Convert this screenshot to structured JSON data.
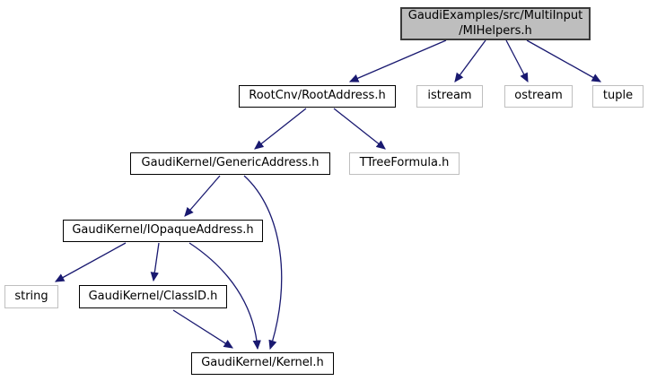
{
  "nodes": [
    {
      "id": "mihelpers",
      "label": "GaudiExamples/src/MultiInput\n/MIHelpers.h",
      "kind": "current-file"
    },
    {
      "id": "rootaddress",
      "label": "RootCnv/RootAddress.h",
      "kind": "project-header"
    },
    {
      "id": "istream",
      "label": "istream",
      "kind": "system-header"
    },
    {
      "id": "ostream",
      "label": "ostream",
      "kind": "system-header"
    },
    {
      "id": "tuple",
      "label": "tuple",
      "kind": "system-header"
    },
    {
      "id": "genericaddress",
      "label": "GaudiKernel/GenericAddress.h",
      "kind": "project-header"
    },
    {
      "id": "ttreeformula",
      "label": "TTreeFormula.h",
      "kind": "system-header"
    },
    {
      "id": "iopaqueaddress",
      "label": "GaudiKernel/IOpaqueAddress.h",
      "kind": "project-header"
    },
    {
      "id": "string",
      "label": "string",
      "kind": "system-header"
    },
    {
      "id": "classid",
      "label": "GaudiKernel/ClassID.h",
      "kind": "project-header"
    },
    {
      "id": "kernel",
      "label": "GaudiKernel/Kernel.h",
      "kind": "project-header"
    }
  ],
  "edges": [
    {
      "from": "GaudiExamples/src/MultiInput/MIHelpers.h",
      "to": "RootCnv/RootAddress.h"
    },
    {
      "from": "GaudiExamples/src/MultiInput/MIHelpers.h",
      "to": "istream"
    },
    {
      "from": "GaudiExamples/src/MultiInput/MIHelpers.h",
      "to": "ostream"
    },
    {
      "from": "GaudiExamples/src/MultiInput/MIHelpers.h",
      "to": "tuple"
    },
    {
      "from": "RootCnv/RootAddress.h",
      "to": "GaudiKernel/GenericAddress.h"
    },
    {
      "from": "RootCnv/RootAddress.h",
      "to": "TTreeFormula.h"
    },
    {
      "from": "GaudiKernel/GenericAddress.h",
      "to": "GaudiKernel/IOpaqueAddress.h"
    },
    {
      "from": "GaudiKernel/GenericAddress.h",
      "to": "GaudiKernel/Kernel.h"
    },
    {
      "from": "GaudiKernel/IOpaqueAddress.h",
      "to": "string"
    },
    {
      "from": "GaudiKernel/IOpaqueAddress.h",
      "to": "GaudiKernel/ClassID.h"
    },
    {
      "from": "GaudiKernel/IOpaqueAddress.h",
      "to": "GaudiKernel/Kernel.h"
    },
    {
      "from": "GaudiKernel/ClassID.h",
      "to": "GaudiKernel/Kernel.h"
    }
  ],
  "colors": {
    "edge": "#191970",
    "main_node_fill": "#bebebe",
    "main_node_border": "#3a3a3a",
    "internal_node_border": "#000000",
    "external_node_border": "#bfbfbf",
    "background": "#ffffff",
    "text": "#000000"
  }
}
